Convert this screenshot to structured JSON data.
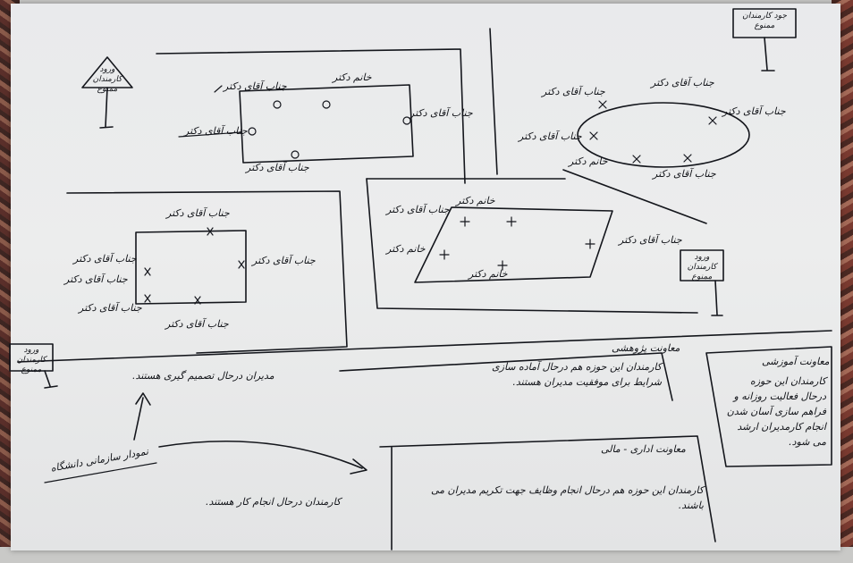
{
  "sign_label": "جود کارمندان ممنوع",
  "sign_label_1": "ورود کارمندان ممنوع",
  "sign_label_triangle": "ورود کارمندان ممنوع",
  "seat_manager": "جناب آقای دکتر",
  "seat_lady": "خانم دکتر",
  "room_top_left": {
    "labels": [
      "خانم دکتر",
      "جناب آقای دکتر",
      "جناب آقای دکتر",
      "جناب آقای دکتر",
      "جناب آقای دکتر"
    ]
  },
  "room_oval": {
    "labels": [
      "جناب آقای دکتر",
      "جناب آقای دکتر",
      "جناب آقای دکتر",
      "جناب آقای دکتر",
      "خانم دکتر",
      "جناب آقای دکتر"
    ]
  },
  "room_mid_left": {
    "labels": [
      "جناب آقای دکتر",
      "جناب آقای دکتر",
      "جناب آقای دکتر",
      "جناب آقای دکتر",
      "جناب آقای دکتر",
      "جناب آقای دکتر"
    ]
  },
  "room_parallelogram": {
    "labels": [
      "خانم دکتر",
      "جناب آقای دکتر",
      "خانم دکتر",
      "جناب آقای دکتر",
      "خانم دکتر"
    ]
  },
  "dept_research": {
    "title": "معاونت پژوهشی",
    "body": "کارمندان این حوزه هم درحال آماده سازی شرایط برای موفقیت مدیران هستند."
  },
  "dept_education": {
    "title": "معاونت آموزشی",
    "body": "کارمندان این حوزه درحال فعالیت روزانه و فراهم سازی آسان شدن انجام کارمدیران ارشد می شود."
  },
  "dept_admin": {
    "title": "معاونت اداری - مالی",
    "body": "کارمندان این حوزه هم درحال انجام وظایف جهت تکریم مدیران می باشند."
  },
  "note_managers": "مدیران درحال تصمیم گیری هستند.",
  "note_org_chart": "نمودار سازمانی دانشگاه",
  "note_employees": "کارمندان درحال انجام کار هستند."
}
